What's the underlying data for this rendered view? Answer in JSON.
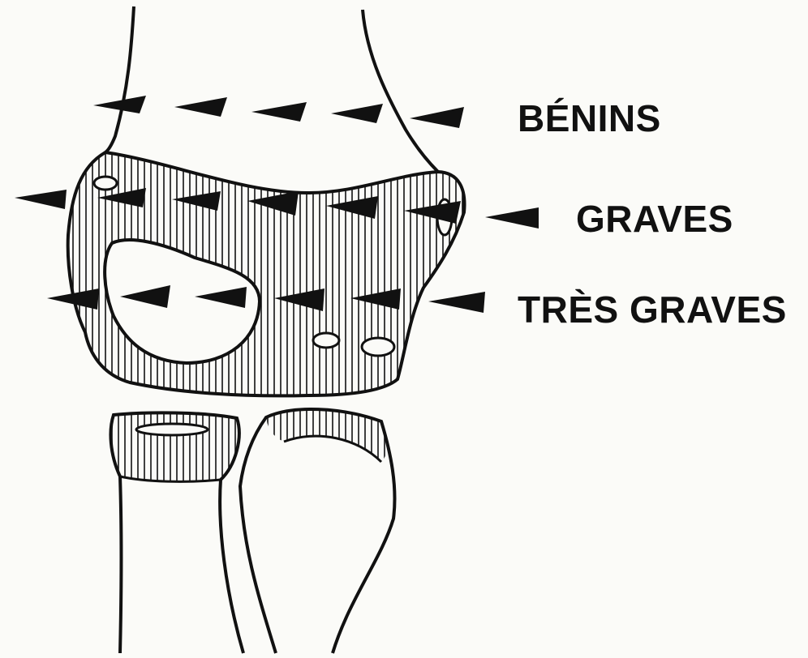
{
  "labels": {
    "benign": "BÉNINS",
    "severe": "GRAVES",
    "very_severe": "TRÈS GRAVES"
  },
  "colors": {
    "ink": "#111111",
    "paper": "#fbfbf8"
  }
}
